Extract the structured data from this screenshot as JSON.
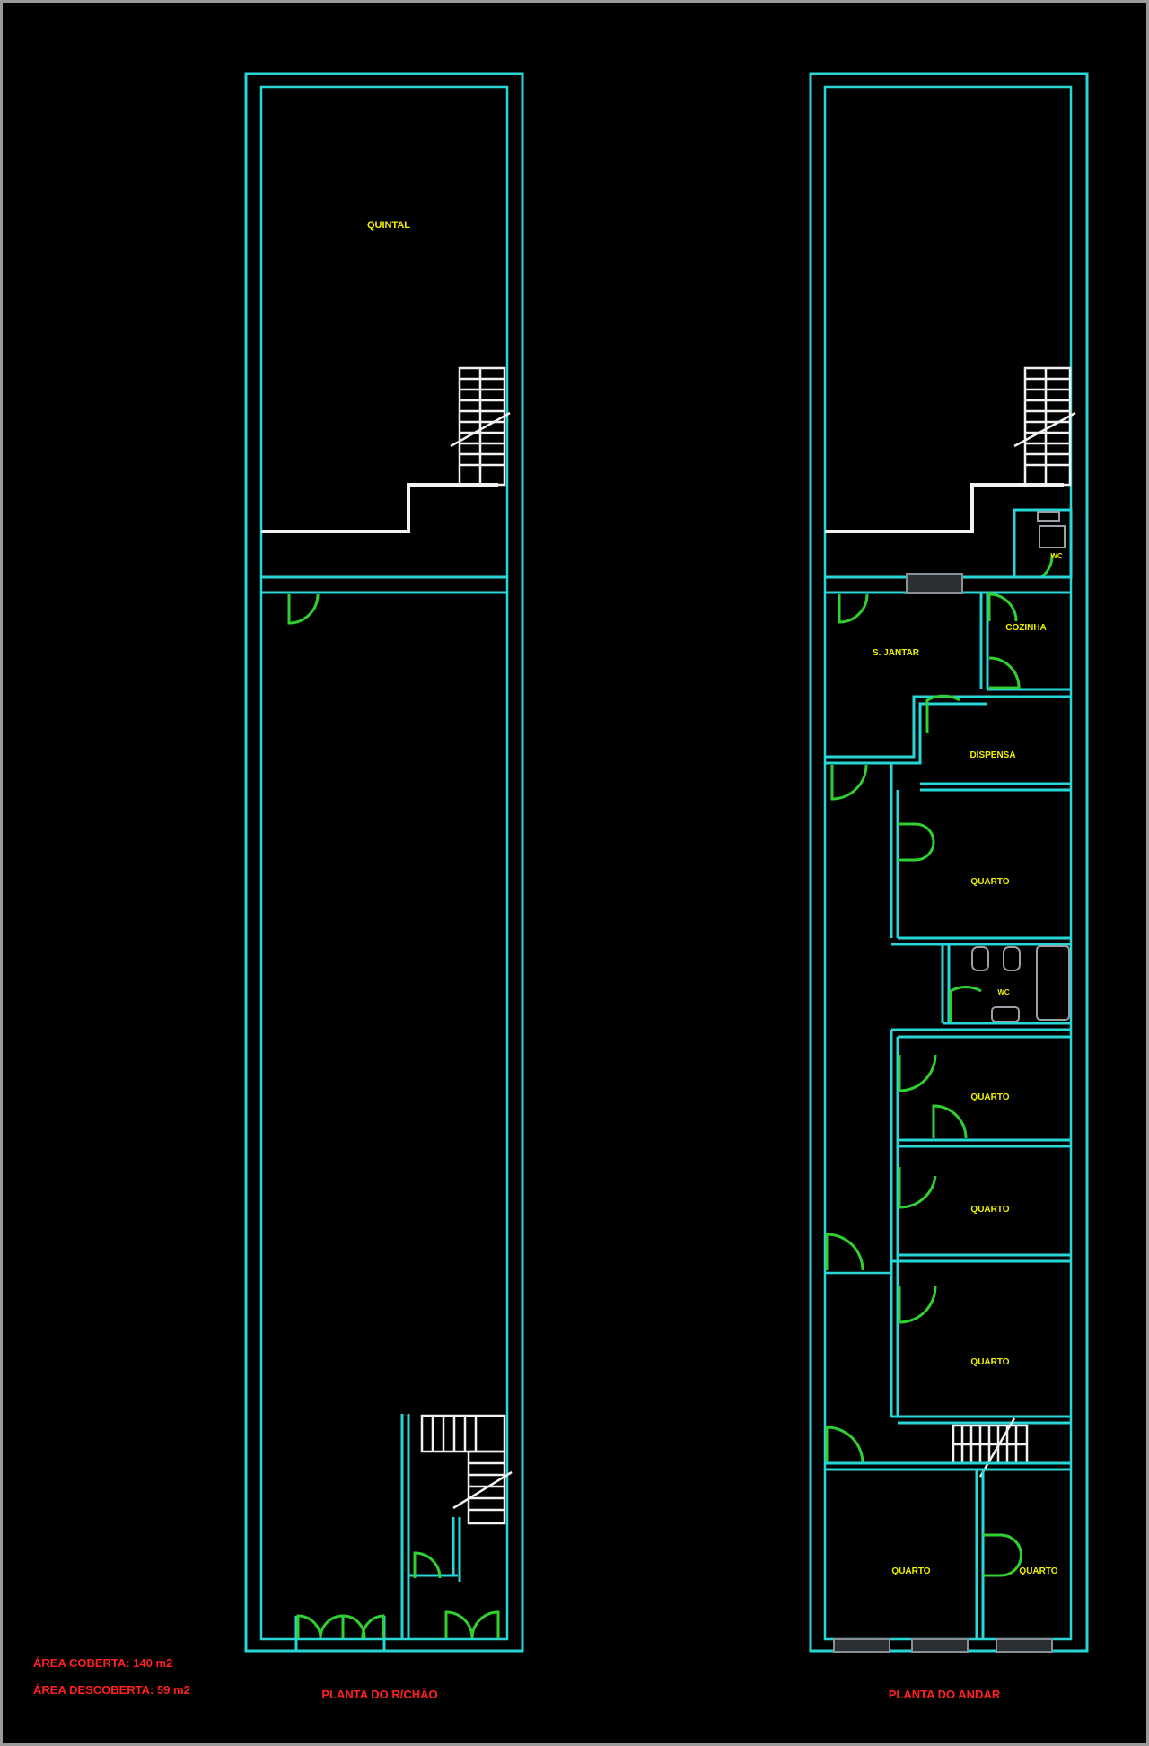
{
  "plans": {
    "ground_floor": {
      "title": "PLANTA DO R/CHÃO",
      "rooms": {
        "quintal": "QUINTAL"
      }
    },
    "upper_floor": {
      "title": "PLANTA DO ANDAR",
      "rooms": {
        "wc_top": "WC",
        "cozinha": "COZINHA",
        "s_jantar": "S. JANTAR",
        "dispensa": "DISPENSA",
        "quarto_1": "QUARTO",
        "wc_mid": "WC",
        "quarto_2": "QUARTO",
        "quarto_3": "QUARTO",
        "quarto_4": "QUARTO",
        "quarto_5": "QUARTO",
        "quarto_6": "QUARTO"
      }
    }
  },
  "areas": {
    "covered": "ÁREA COBERTA: 140 m2",
    "uncovered": "ÁREA DESCOBERTA: 59 m2"
  },
  "colors": {
    "walls": "#28d6d6",
    "doors": "#2fd02f",
    "room_labels": "#f0f000",
    "annotations": "#ff2020",
    "background": "#000000"
  }
}
